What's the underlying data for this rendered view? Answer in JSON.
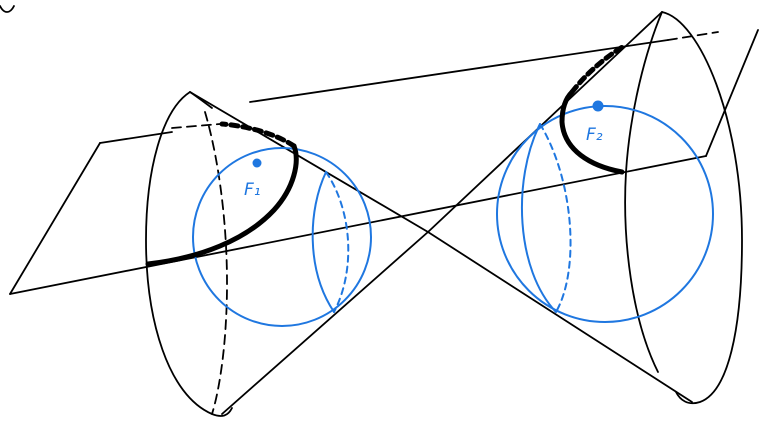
{
  "diagram": {
    "foci": [
      {
        "name": "focus-1",
        "label": "F₁"
      },
      {
        "name": "focus-2",
        "label": "F₂"
      }
    ],
    "colors": {
      "ink": "#000000",
      "spheres": "#1f77e0",
      "background": "#ffffff"
    }
  }
}
